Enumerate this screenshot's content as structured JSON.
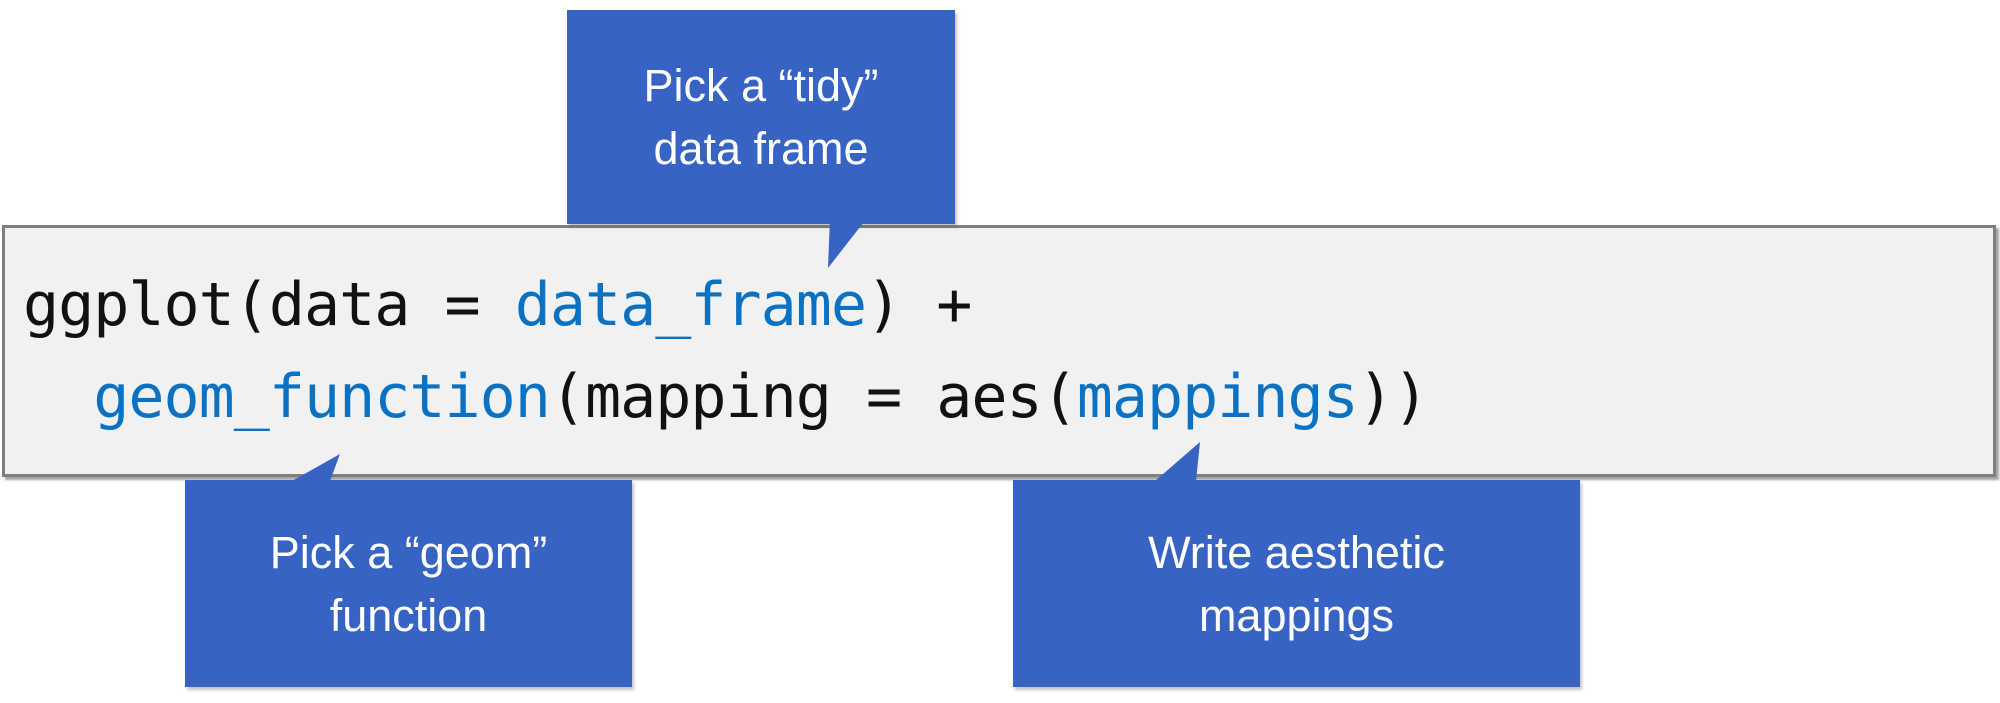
{
  "diagram": {
    "description": "ggplot2 code template diagram",
    "palette": {
      "callout_blue": "#3663c4",
      "callout_text": "#ffffff",
      "code_box_fill": "#f1f1f1",
      "code_box_border": "#7f7f7f",
      "code_black": "#111111",
      "code_blue": "#0b72c3",
      "background": "#ffffff"
    }
  },
  "callouts": {
    "tidy": {
      "line1": "Pick a “tidy”",
      "line2": "data frame"
    },
    "geom": {
      "line1": "Pick a “geom”",
      "line2": "function"
    },
    "aes": {
      "line1": "Write aesthetic",
      "line2": "mappings"
    }
  },
  "code": {
    "line1_segments": [
      {
        "text": "ggplot(data = ",
        "color": "black"
      },
      {
        "text": "data_frame",
        "color": "blue"
      },
      {
        "text": ") +",
        "color": "black"
      }
    ],
    "line2_segments": [
      {
        "text": "  ",
        "color": "black"
      },
      {
        "text": "geom_function",
        "color": "blue"
      },
      {
        "text": "(mapping = aes(",
        "color": "black"
      },
      {
        "text": "mappings",
        "color": "blue"
      },
      {
        "text": "))",
        "color": "black"
      }
    ]
  }
}
